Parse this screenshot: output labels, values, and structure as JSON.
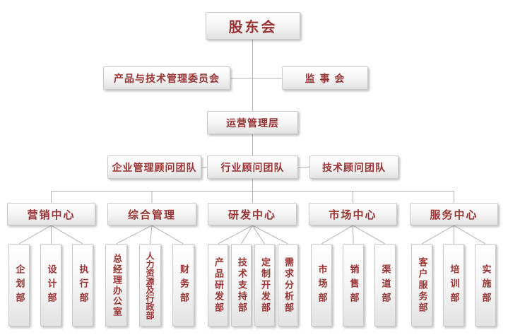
{
  "org": {
    "colors": {
      "box_text": "#993333",
      "connector_line": "#b3b3b3",
      "box_border": "#c9c9c9"
    },
    "nodes": {
      "shareholders": "股东会",
      "product_tech_committee": "产品与技术管理委员会",
      "supervisory_board": "监 事 会",
      "operations_management": "运营管理层",
      "enterprise_consultant_team": "企业管理顾问团队",
      "industry_consultant_team": "行业顾问团队",
      "tech_consultant_team": "技术顾问团队",
      "marketing_center": "营销中心",
      "general_management": "综合管理",
      "rd_center": "研发中心",
      "market_center": "市场中心",
      "service_center": "服务中心",
      "planning_dept": "企划部",
      "design_dept": "设计部",
      "execution_dept": "执行部",
      "gm_office": "总经理办公室",
      "hr_admin_dept": "人力资源及行政部",
      "finance_dept": "财务部",
      "product_rd_dept": "产品研发部",
      "tech_support_dept": "技术支持部",
      "custom_dev_dept": "定制开发部",
      "requirement_analysis_dept": "需求分析部",
      "market_dept": "市场部",
      "sales_dept": "销售部",
      "channel_dept": "渠道部",
      "customer_service_dept": "客户服务部",
      "training_dept": "培训部",
      "implementation_dept": "实施部"
    }
  }
}
